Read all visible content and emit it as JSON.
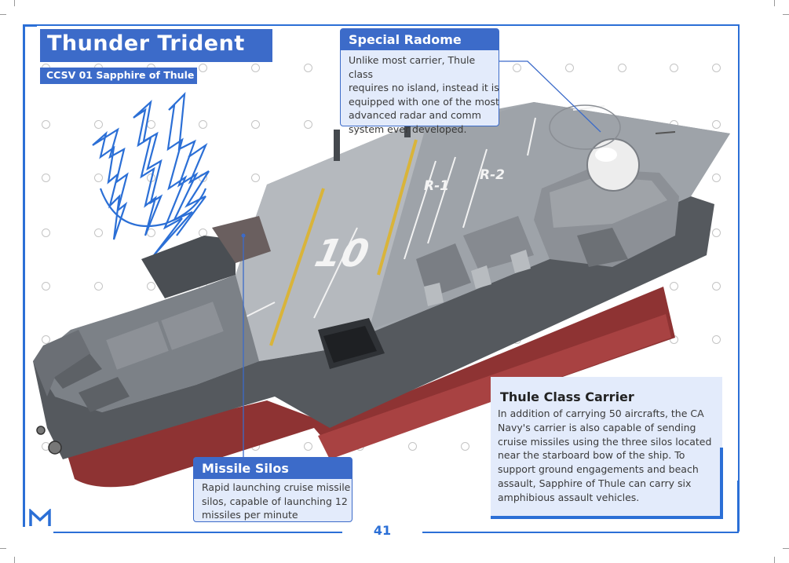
{
  "page": {
    "title": "Thunder Trident",
    "subtitle": "CCSV 01  Sapphire of Thule",
    "page_number": "41",
    "logo_text": "M"
  },
  "callouts": {
    "radome": {
      "title": "Special Radome",
      "lines": [
        "Unlike most carrier, Thule class",
        "requires no island, instead it is",
        "equipped with one of the most",
        "advanced radar and comm",
        "system ever developed."
      ]
    },
    "silos": {
      "title": "Missile Silos",
      "lines": [
        "Rapid launching cruise missile",
        "silos, capable of launching 12",
        "missiles per minute"
      ]
    },
    "thule": {
      "title": "Thule Class Carrier",
      "lines": [
        "In addition of carrying 50 aircrafts, the CA",
        "Navy's carrier is also capable of sending",
        "cruise missiles using the three silos located",
        "near the starboard bow of the ship. To",
        "support ground engagements and beach",
        "assault, Sapphire of Thule can carry six",
        "amphibious assault vehicles."
      ]
    }
  },
  "deck_markings": {
    "runway_1": "R-1",
    "runway_2": "R-2",
    "hull_number": "10"
  },
  "colors": {
    "accent": "#3c6bc9",
    "frame": "#2b6fd6",
    "hull": "#6f7378",
    "deck": "#a9adb2",
    "hull_red": "#9b3a3a"
  }
}
